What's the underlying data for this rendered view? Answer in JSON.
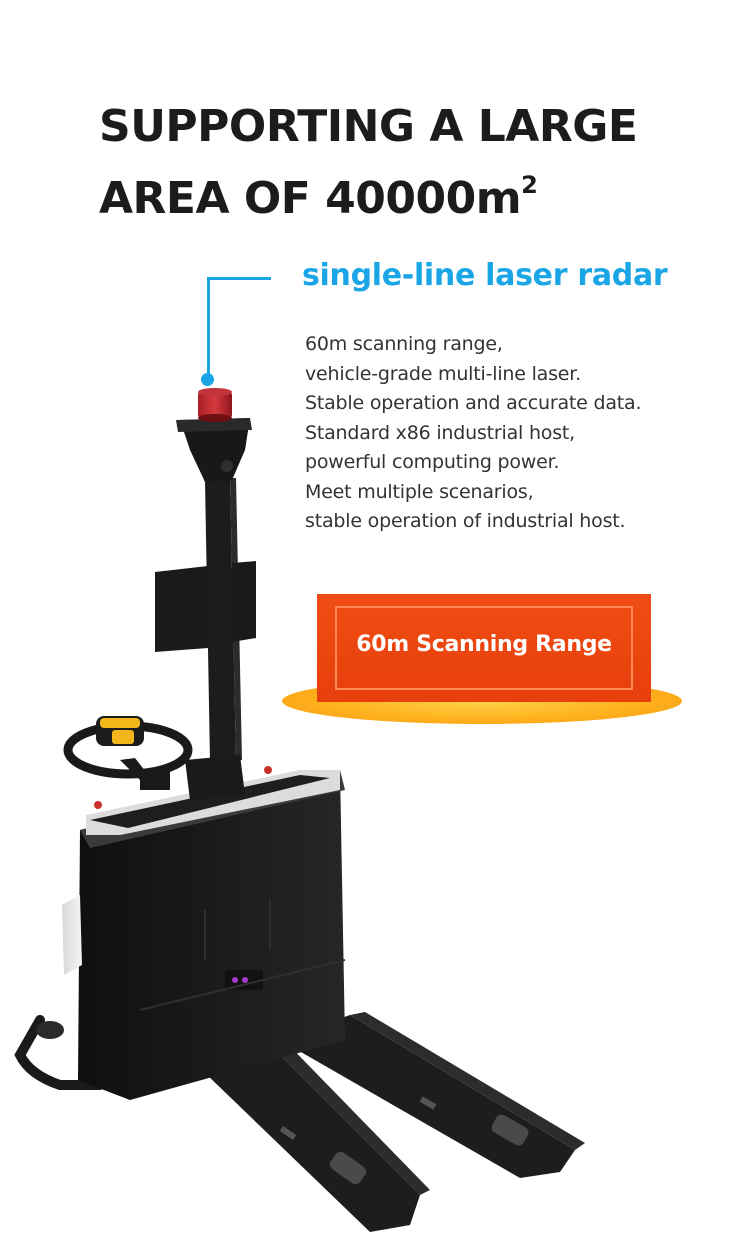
{
  "headline": {
    "line1": "SUPPORTING A LARGE",
    "line2": "AREA OF 40000m",
    "line2_sup": "2"
  },
  "feature": {
    "title": "single-line laser radar",
    "lines": [
      "60m scanning range,",
      "vehicle-grade multi-line laser.",
      "Stable operation and accurate data.",
      "Standard x86 industrial host,",
      "powerful computing power.",
      "Meet multiple scenarios,",
      "stable operation of industrial host."
    ]
  },
  "badge": {
    "label": "60m Scanning Range"
  },
  "product": {
    "icon": "pallet-truck-icon",
    "sensor_icon": "laser-radar-icon"
  },
  "colors": {
    "accent_blue": "#1aa6e6",
    "badge_orange": "#e8430e",
    "badge_glow": "#ffb21e",
    "body_black": "#1b1b1b"
  }
}
